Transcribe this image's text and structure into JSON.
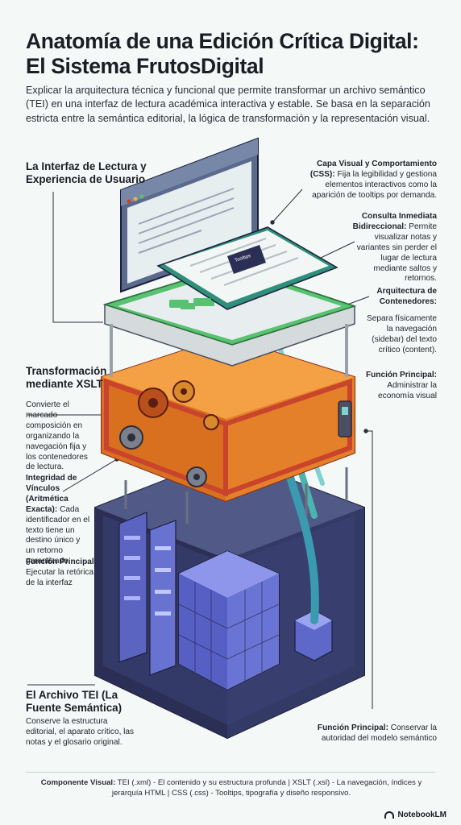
{
  "title_line1": "Anatomía de una Edición Crítica Digital:",
  "title_line2": "El Sistema FrutosDigital",
  "subtitle": "Explicar la arquitectura técnica y funcional que permite transformar un archivo semántico (TEI) en una interfaz de lectura académica interactiva y estable. Se basa en la separación estricta entre la semántica editorial, la lógica de transformación y la representación visual.",
  "sections": {
    "interface": {
      "heading": "La Interfaz de Lectura y Experiencia de Usuario"
    },
    "xslt": {
      "heading": "Transformación mediante XSLT",
      "desc": "Convierte el marcado composición en organizando la navegación fija y los contenedores de lectura.",
      "integrity_key": "Integridad de Vínculos (Aritmética Exacta):",
      "integrity_text": "Cada identificador en el texto tiene un destino único y un retorno garantizado.",
      "function_key": "Función Principal:",
      "function_text": "Ejecutar la retórica de la interfaz"
    },
    "tei": {
      "heading": "El Archivo TEI (La Fuente Semántica)",
      "desc": "Conserve la estructura editorial, el aparato crítico, las notas y el glosario original.",
      "function_key": "Función Principal:",
      "function_text": "Conservar la autoridad del modelo semántico"
    },
    "css": {
      "key": "Capa Visual y Comportamiento (CSS):",
      "text": "Fija la legibilidad y gestiona elementos interactivos como la aparición de tooltips por demanda."
    },
    "consulta": {
      "key": "Consulta Inmediata Bidireccional:",
      "text": "Permite visualizar notas y variantes sin perder el lugar de lectura mediante saltos y retornos."
    },
    "contenedores": {
      "key": "Arquitectura de Contenedores:",
      "text": "Separa físicamente la navegación (sidebar) del texto crítico (content).",
      "function_key": "Función Principal:",
      "function_text": "Administrar la economía visual"
    }
  },
  "tooltip_label": "Tooltips",
  "footer": {
    "key": "Componente Visual:",
    "text": "TEI (.xml) - El contenido y su estructura profunda | XSLT (.xsl) - La navegación, índices y jerarquía HTML | CSS (.css) - Tooltips, tipografía y diseño responsivo."
  },
  "brand": "NotebookLM",
  "colors": {
    "browser_frame": "#596a8c",
    "screen": "#e6eef0",
    "green_layer": "#57c26f",
    "orange_layer": "#e9882f",
    "red_frame": "#c8442c",
    "dark_base": "#2b2f55",
    "blue_cubes": "#6a74d4",
    "cable_teal": "#4bb3b0"
  }
}
